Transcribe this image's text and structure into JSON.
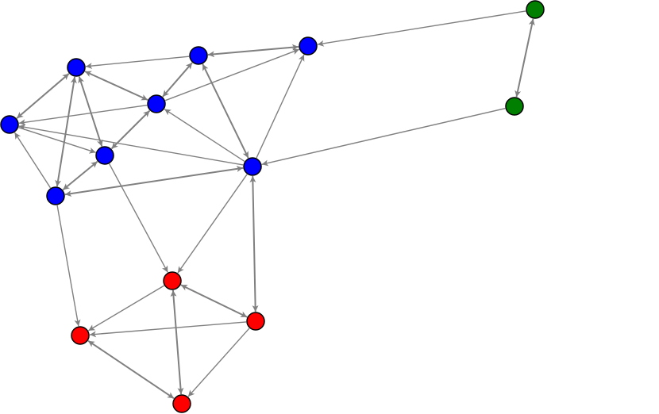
{
  "graph": {
    "directed": true,
    "edge_color": "#808080",
    "node_stroke": "#000000",
    "groups": {
      "green": "#007f00",
      "blue": "#0000ff",
      "red": "#ff0000"
    },
    "nodes": [
      {
        "id": "G1",
        "group": "green"
      },
      {
        "id": "G2",
        "group": "green"
      },
      {
        "id": "B1",
        "group": "blue"
      },
      {
        "id": "B2",
        "group": "blue"
      },
      {
        "id": "B3",
        "group": "blue"
      },
      {
        "id": "B4",
        "group": "blue"
      },
      {
        "id": "B5",
        "group": "blue"
      },
      {
        "id": "B6",
        "group": "blue"
      },
      {
        "id": "B7",
        "group": "blue"
      },
      {
        "id": "B8",
        "group": "blue"
      },
      {
        "id": "R1",
        "group": "red"
      },
      {
        "id": "R2",
        "group": "red"
      },
      {
        "id": "R3",
        "group": "red"
      },
      {
        "id": "R4",
        "group": "red"
      }
    ],
    "edges": [
      {
        "from": "G1",
        "to": "B3"
      },
      {
        "from": "G1",
        "to": "G2",
        "both": true
      },
      {
        "from": "G2",
        "to": "B7"
      },
      {
        "from": "B2",
        "to": "B1"
      },
      {
        "from": "B2",
        "to": "B3",
        "both": true
      },
      {
        "from": "B4",
        "to": "B3"
      },
      {
        "from": "B1",
        "to": "B4",
        "both": true
      },
      {
        "from": "B4",
        "to": "B2",
        "both": true
      },
      {
        "from": "B4",
        "to": "B5"
      },
      {
        "from": "B1",
        "to": "B5",
        "both": true
      },
      {
        "from": "B1",
        "to": "B8",
        "both": true
      },
      {
        "from": "B1",
        "to": "B6",
        "both": true
      },
      {
        "from": "B5",
        "to": "B6"
      },
      {
        "from": "B7",
        "to": "B5"
      },
      {
        "from": "B8",
        "to": "B5"
      },
      {
        "from": "B4",
        "to": "B6",
        "both": true
      },
      {
        "from": "B6",
        "to": "B8",
        "both": true
      },
      {
        "from": "B8",
        "to": "B7",
        "both": true
      },
      {
        "from": "B7",
        "to": "B4"
      },
      {
        "from": "B2",
        "to": "B7",
        "both": true
      },
      {
        "from": "B7",
        "to": "B3"
      },
      {
        "from": "B6",
        "to": "R1"
      },
      {
        "from": "B7",
        "to": "R1"
      },
      {
        "from": "B7",
        "to": "R2",
        "both": true
      },
      {
        "from": "B8",
        "to": "R3"
      },
      {
        "from": "R1",
        "to": "R2",
        "both": true
      },
      {
        "from": "R2",
        "to": "R3"
      },
      {
        "from": "R1",
        "to": "R3"
      },
      {
        "from": "R2",
        "to": "R4"
      },
      {
        "from": "R3",
        "to": "R4",
        "both": true
      },
      {
        "from": "R1",
        "to": "R4",
        "both": true
      }
    ]
  }
}
